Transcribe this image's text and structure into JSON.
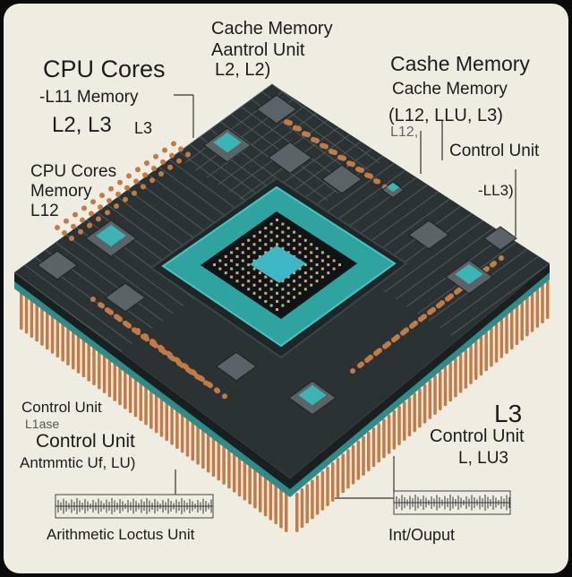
{
  "labels": {
    "top_center": [
      "Cache Memory",
      "Aantrol Unit",
      "L2, L2)"
    ],
    "top_left": [
      "CPU Cores",
      "-L11 Memory",
      "L2, L3",
      "L3"
    ],
    "left_mid": [
      "CPU Cores",
      "Memory",
      "L12"
    ],
    "top_right": [
      "Cashe Memory",
      "Cache Memory",
      "(L12, LLU, L3)",
      "L12,"
    ],
    "right_mid": [
      "Control Unit",
      "-LL3)"
    ],
    "bottom_left": [
      "Control Unit",
      "L1ase",
      "Control Unit",
      "Antmmtic Uf, LU)",
      "Arithmetic Loctus Unit"
    ],
    "bottom_right": [
      "L3",
      "Control Unit",
      "L, LU3",
      "Int/Ouput"
    ]
  },
  "colors": {
    "background": "#efece2",
    "board": "#2a3234",
    "board_edge": "#1a1f20",
    "die": "#2fa3a0",
    "die_core": "#0f1416",
    "pins": "#c47a44",
    "chip": "#5a6468",
    "chip_teal": "#3bb5b3"
  }
}
